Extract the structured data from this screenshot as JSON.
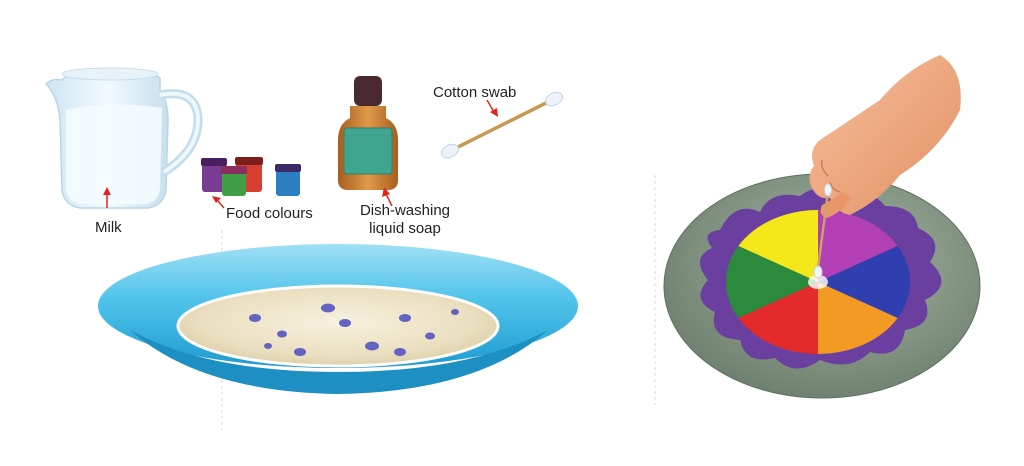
{
  "labels": {
    "milk": "Milk",
    "food_colours": "Food colours",
    "soap_line1": "Dish-washing",
    "soap_line2": "liquid soap",
    "cotton_swab": "Cotton swab"
  },
  "colors": {
    "arrow": "#e1251b",
    "bowl_rim": "#4fc3ea",
    "milk": "#efe6cc",
    "milk_spots": "#4a4ec0",
    "plate": "#7e907f",
    "purple_ring": "#6a3fa0",
    "bottle_body": "#c77a2c",
    "bottle_label": "#3fa58f",
    "bottle_cap": "#4a2a2e",
    "skin": "#f0a77f",
    "wheel": [
      "#f4e81a",
      "#b23fb4",
      "#2f3fb0",
      "#f39a24",
      "#e42b2b",
      "#2c8a3c"
    ]
  }
}
